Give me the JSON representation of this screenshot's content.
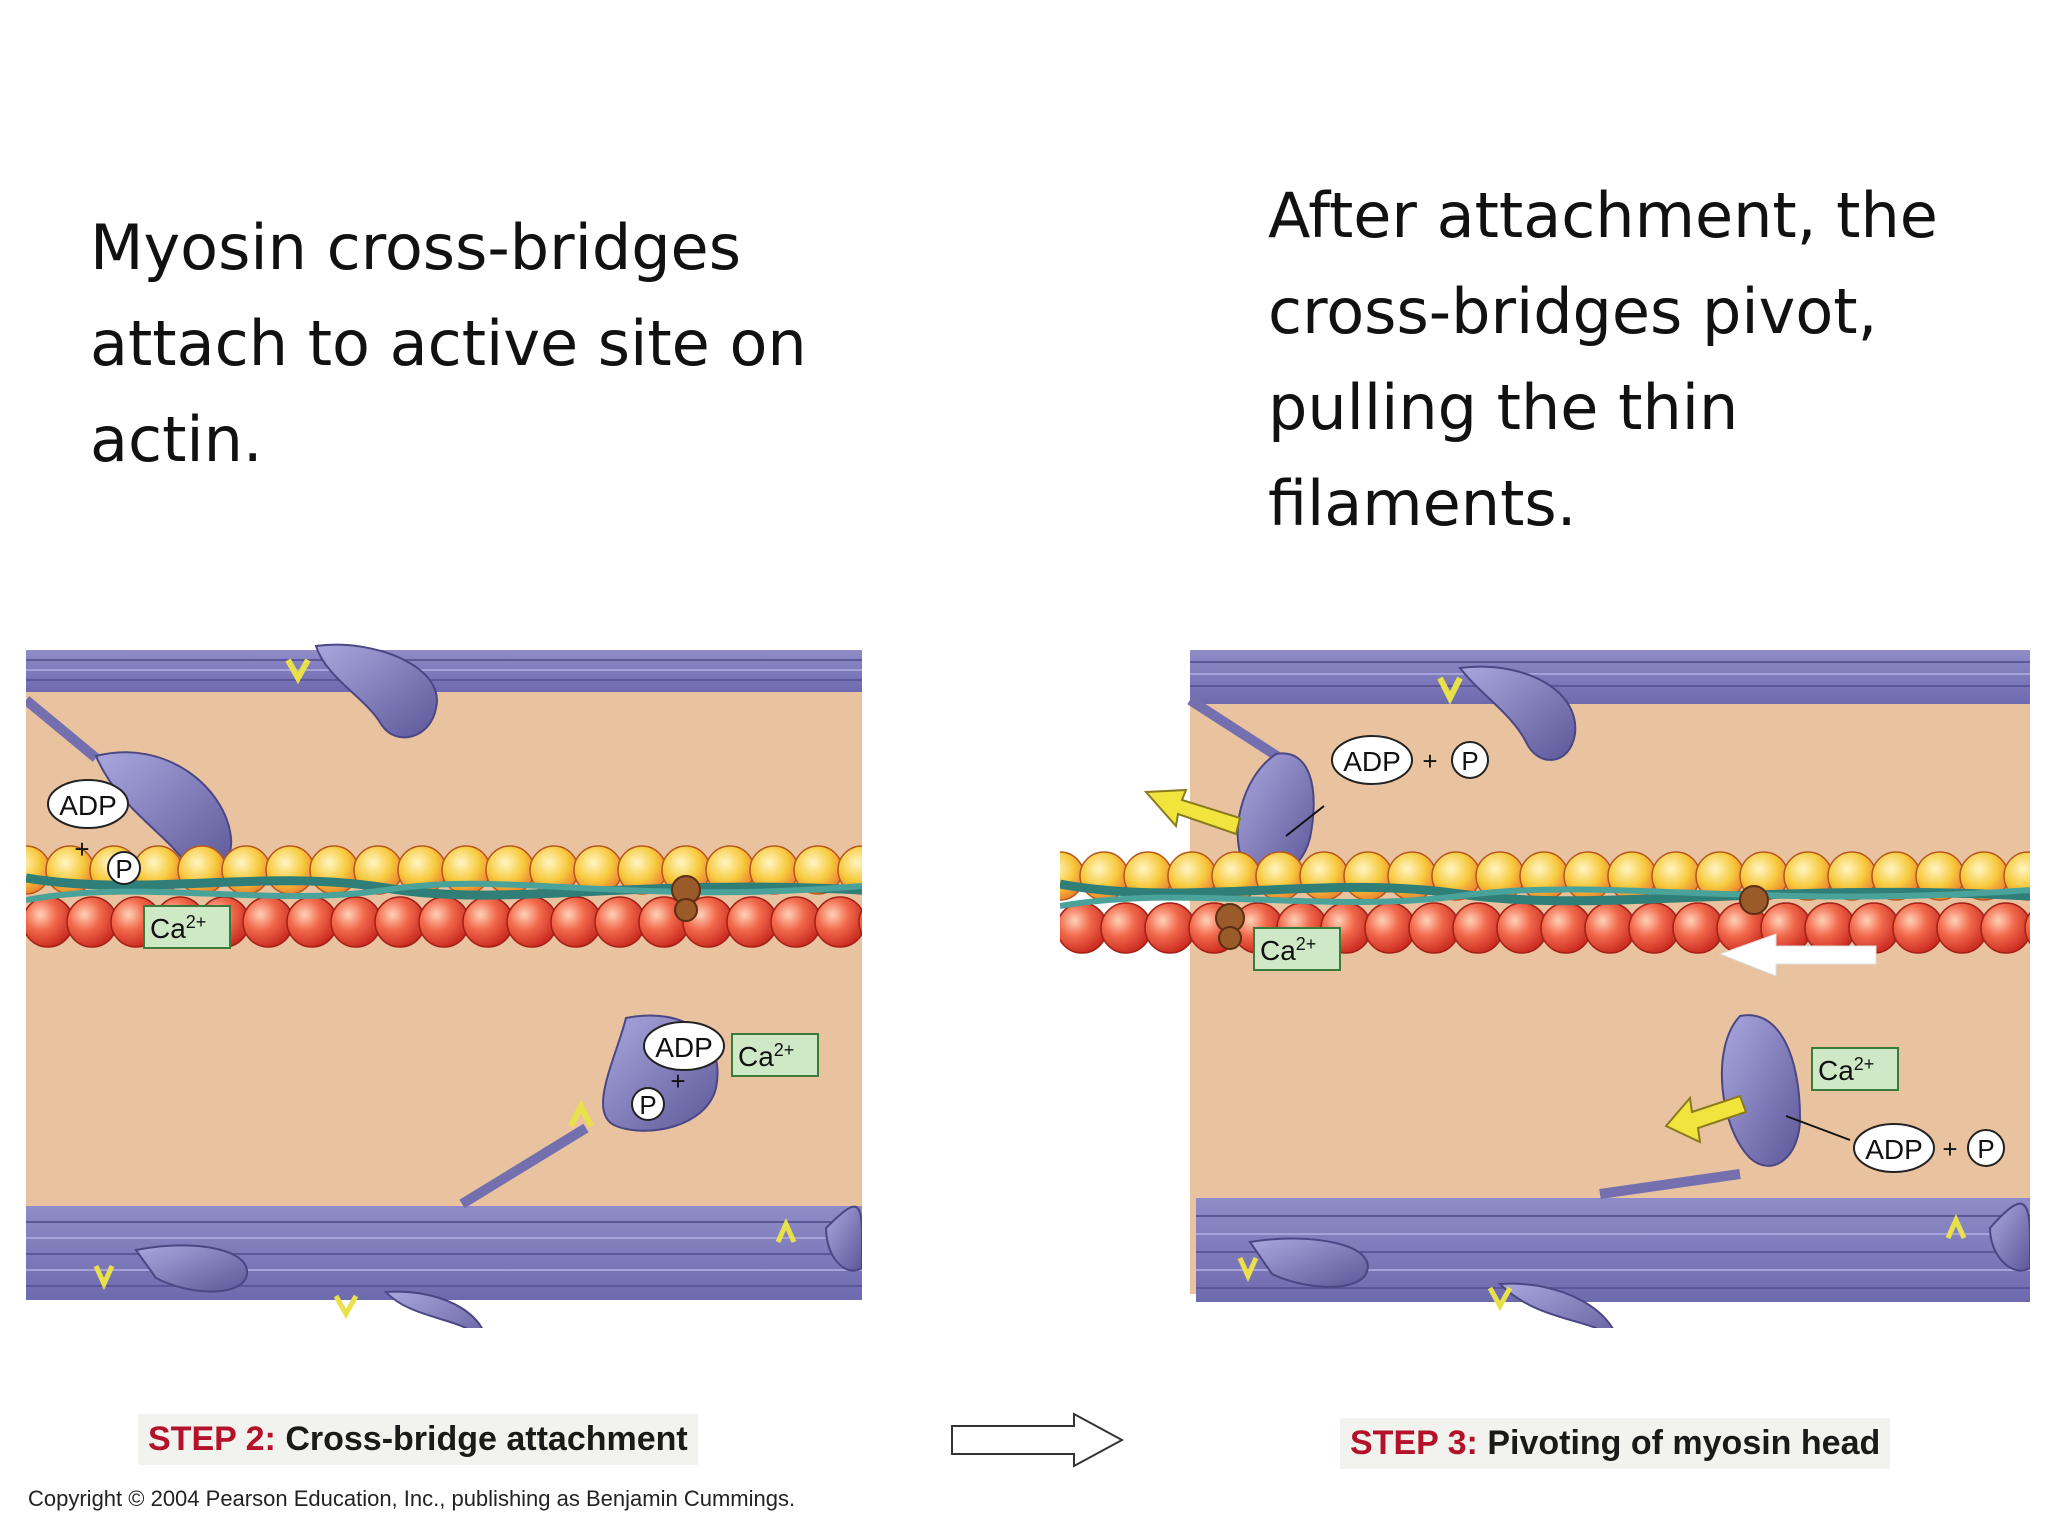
{
  "captions": {
    "left": [
      "Myosin cross-bridges",
      "attach to active site on",
      "actin."
    ],
    "right": [
      "After attachment, the",
      "cross-bridges pivot,",
      "pulling the thin",
      "filaments."
    ]
  },
  "labels": {
    "adp": "ADP",
    "p": "P",
    "plus": "+",
    "ca_base": "Ca",
    "ca_sup": "2+"
  },
  "steps": {
    "left_num": "STEP 2:",
    "left_text": " Cross-bridge attachment",
    "right_num": "STEP 3:",
    "right_text": " Pivoting of myosin head"
  },
  "copyright": "Copyright © 2004 Pearson Education, Inc., publishing as Benjamin Cummings.",
  "colors": {
    "myosin": "#7b78b8",
    "myosin_dark": "#55508f",
    "cytoplasm": "#e9c3a0",
    "actin_red": "#e8473a",
    "actin_yellow": "#f6c93a",
    "tropomyosin": "#2f7f78",
    "ca_box": "#cfe8c6",
    "arrow_yellow": "#f1e43c",
    "step_red": "#b3122a"
  }
}
